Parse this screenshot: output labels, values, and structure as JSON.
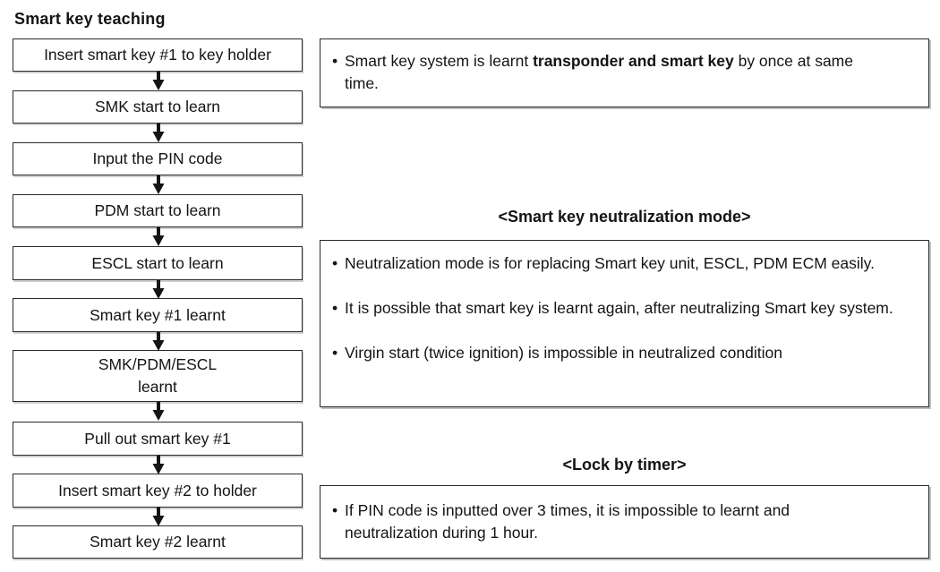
{
  "title": "Smart key teaching",
  "bullet_char": "•",
  "flowchart": {
    "steps": [
      "Insert smart key #1 to key holder",
      "SMK start to learn",
      "Input the PIN code",
      "PDM start to learn",
      "ESCL start to learn",
      "Smart key #1 learnt",
      "SMK/PDM/ESCL\nlearnt",
      "Pull out smart key #1",
      "Insert smart key #2 to holder",
      "Smart key #2 learnt"
    ],
    "arrow_icon": "down-arrow"
  },
  "notes": {
    "overview": {
      "text_prefix": "Smart key system is learnt ",
      "text_bold": "transponder and smart key",
      "text_suffix": " by once at same  time."
    },
    "neutralization": {
      "heading": "<Smart key neutralization mode>",
      "bullets": [
        "Neutralization mode is for replacing Smart key unit, ESCL, PDM ECM easily.",
        "It is possible that smart key is learnt again, after neutralizing Smart key system.",
        "Virgin start (twice ignition) is impossible in neutralized condition"
      ]
    },
    "lock_by_timer": {
      "heading": "<Lock by timer>",
      "bullets": [
        "If PIN code is inputted over 3 times, it is impossible to learnt and neutralization during 1 hour."
      ]
    }
  },
  "colors": {
    "background": "#ffffff",
    "text": "#141414",
    "border": "#2a2a2a",
    "shadow": "#8c8c8c"
  }
}
